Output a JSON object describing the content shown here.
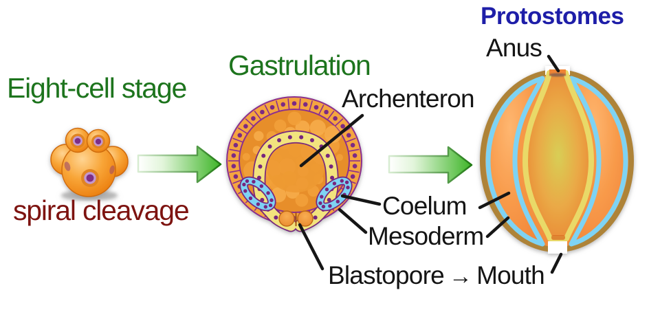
{
  "stages": {
    "eight_cell": {
      "title": "Eight-cell stage",
      "caption": "spiral cleavage"
    },
    "gastrulation": {
      "title": "Gastrulation"
    },
    "protostomes": {
      "title": "Protostomes"
    }
  },
  "labels": {
    "archenteron": "Archenteron",
    "anus": "Anus",
    "coelum": "Coelum",
    "mesoderm": "Mesoderm",
    "blastopore": "Blastopore",
    "becomes": "→",
    "mouth": "Mouth"
  },
  "colors": {
    "stage_title_green": "#1d741d",
    "caption_maroon": "#7d1310",
    "protostomes_blue": "#1e1ea8",
    "annotation_black": "#141414",
    "arrow_green": "#3eb528",
    "embryo_orange": "#f5941f",
    "cell_outline_purple": "#8b2f8f",
    "endoderm_yellow": "#f2e37e",
    "mesoderm_blue": "#7ed3f4",
    "gut_rim_brown": "#ae8339"
  },
  "icons": {
    "stage_transition_arrow": "right-arrow-icon",
    "becomes_arrow": "right-arrow-glyph"
  }
}
